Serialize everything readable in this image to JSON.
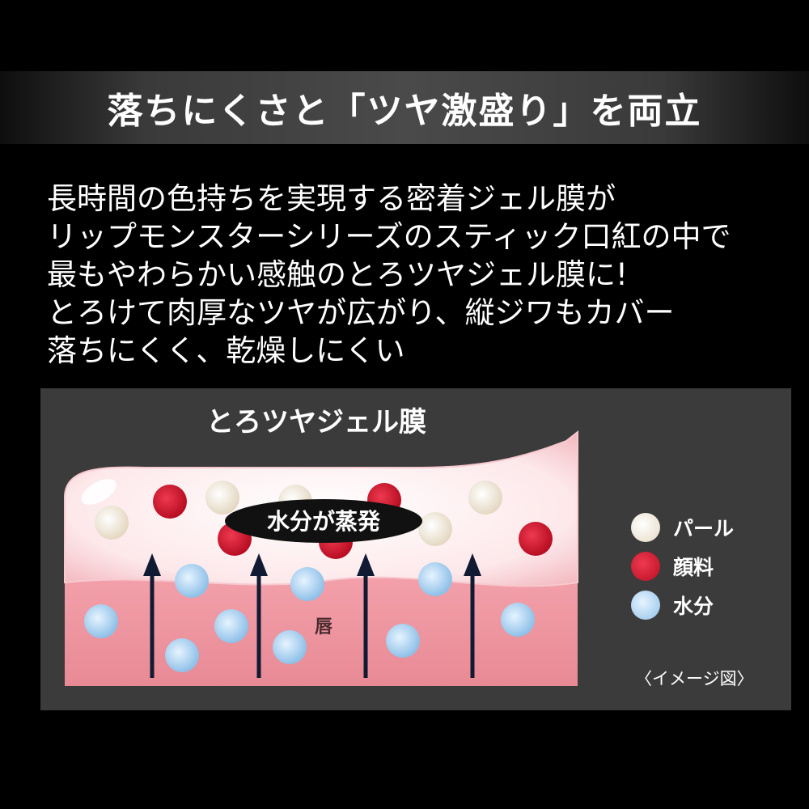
{
  "header": {
    "title": "落ちにくさと「ツヤ激盛り」を両立"
  },
  "description": {
    "lines": [
      "長時間の色持ちを実現する密着ジェル膜が",
      "リップモンスターシリーズのスティック口紅の中で",
      "最もやわらかい感触のとろツヤジェル膜に!",
      "とろけて肉厚なツヤが広がり、縦ジワもカバー",
      "落ちにくく、乾燥しにくい"
    ]
  },
  "diagram": {
    "title": "とろツヤジェル膜",
    "evaporation_label": "水分が蒸発",
    "lip_label": "唇",
    "note": "〈イメージ図〉",
    "legend": [
      {
        "label": "パール",
        "color": "#efe6d6"
      },
      {
        "label": "顔料",
        "color": "#d0142b"
      },
      {
        "label": "水分",
        "color": "#a8d0f0"
      }
    ]
  }
}
